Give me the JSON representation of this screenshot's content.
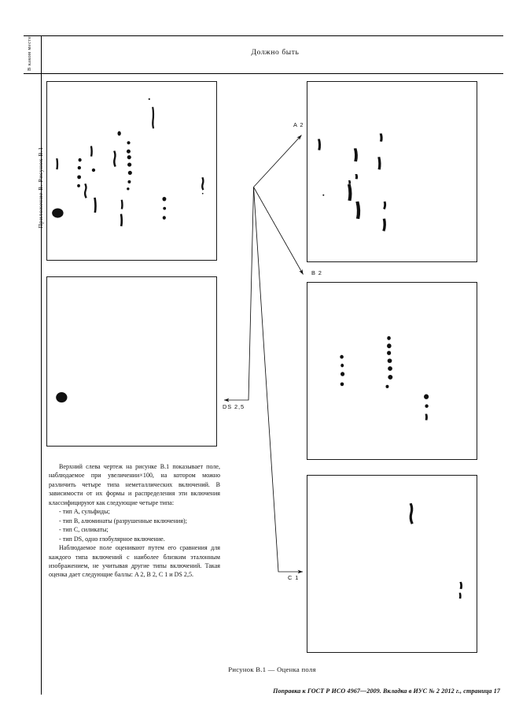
{
  "header": {
    "left_column_label": "В каком месте",
    "title": "Должно быть"
  },
  "sidebar": {
    "appendix_label": "Приложение  В. Рисунок В.1"
  },
  "panels": [
    {
      "id": "field-overview",
      "name": "observed-field-panel",
      "position": "top-left",
      "description": "Поле, наблюдаемое при увеличении ×100"
    },
    {
      "id": "type-a",
      "name": "type-a-sulfides-panel",
      "position": "top-right",
      "description": "тип A, сульфиды"
    },
    {
      "id": "type-ds",
      "name": "type-ds-globular-panel",
      "position": "middle-left",
      "description": "тип DS, одно глобулярное включение"
    },
    {
      "id": "type-b",
      "name": "type-b-aluminates-panel",
      "position": "middle-right",
      "description": "тип B, алюминаты"
    },
    {
      "id": "type-c",
      "name": "type-c-silicates-panel",
      "position": "bottom-right",
      "description": "тип C, силикаты"
    }
  ],
  "annotations": {
    "type_a": "A 2",
    "type_b": "B 2",
    "type_ds": "DS  2,5",
    "type_c": "C 1"
  },
  "body": {
    "para1": "Верхний слева чертеж на рисунке В.1 показывает поле, наблюдаемое при увеличении×100, на котором можно различить четыре типа неметаллических включений. В зависимости от их формы и распределения эти включения классифицируют как следующие четыре типа:",
    "bullet1": "- тип A, сульфиды;",
    "bullet2": "- тип B, алюминаты (разрушенные включения);",
    "bullet3": "- тип C, силикаты;",
    "bullet4": "- тип DS, одно глобулярное включение.",
    "para2": "Наблюдаемое поле оценивают путем его сравнения для каждого типа включений с наиболее близким эталонным изображением, не учитывая другие типы включений. Такая оценка дает следующие баллы: A 2, B 2, C 1 и DS 2,5."
  },
  "caption": "Рисунок В.1 — Оценка поля",
  "footer": "Поправка к ГОСТ Р ИСО 4967—2009. Вкладка в ИУС № 2 2012 г., страница 17",
  "colors": {
    "ink": "#111111",
    "rule": "#000000",
    "inclusion": "#111111",
    "page": "#ffffff"
  }
}
